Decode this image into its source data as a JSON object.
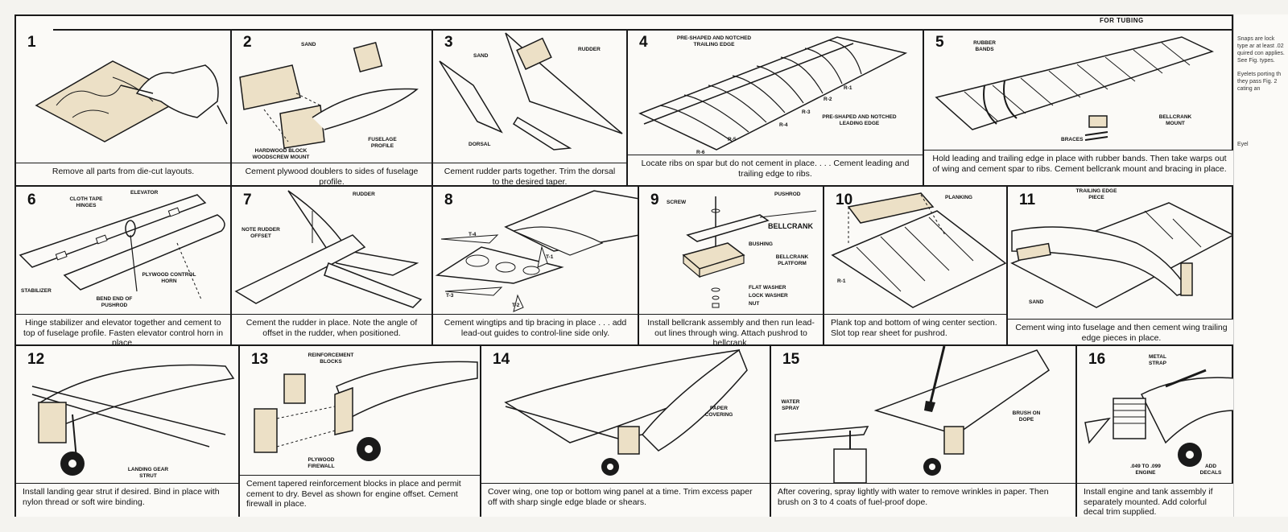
{
  "top_strip": {
    "left_note": "",
    "right_note": "FOR TUBING"
  },
  "panels": [
    {
      "num": "1",
      "caption": "Remove all parts from die-cut layouts.",
      "labels": []
    },
    {
      "num": "2",
      "caption": "Cement plywood doublers to sides of fuselage profile.",
      "labels": [
        "SAND",
        "HARDWOOD BLOCK WOODSCREW MOUNT",
        "FUSELAGE PROFILE"
      ]
    },
    {
      "num": "3",
      "caption": "Cement rudder parts together. Trim the dorsal to the desired taper.",
      "labels": [
        "SAND",
        "RUDDER",
        "DORSAL"
      ]
    },
    {
      "num": "4",
      "caption": "Locate ribs on spar but do not cement in place. . . . Cement leading and trailing edge to ribs.",
      "labels": [
        "PRE-SHAPED AND NOTCHED TRAILING EDGE",
        "R-1",
        "R-2",
        "R-3",
        "R-4",
        "R-5",
        "R-6",
        "PRE-SHAPED AND NOTCHED LEADING EDGE"
      ]
    },
    {
      "num": "5",
      "caption": "Hold leading and trailing edge in place with rubber bands. Then take warps out of wing and cement spar to ribs. Cement bellcrank mount and bracing in place.",
      "labels": [
        "RUBBER BANDS",
        "BELLCRANK MOUNT",
        "BRACES"
      ]
    },
    {
      "num": "6",
      "caption": "Hinge stabilizer and elevator together and cement to top of fuselage profile. Fasten elevator control horn in place.",
      "labels": [
        "CLOTH TAPE HINGES",
        "ELEVATOR",
        "STABILIZER",
        "PLYWOOD CONTROL HORN",
        "BEND END OF PUSHROD"
      ]
    },
    {
      "num": "7",
      "caption": "Cement the rudder in place. Note the angle of offset in the rudder, when positioned.",
      "labels": [
        "RUDDER",
        "NOTE RUDDER OFFSET"
      ]
    },
    {
      "num": "8",
      "caption": "Cement wingtips and tip bracing in place . . . add lead-out guides to control-line side only.",
      "labels": [
        "T-4",
        "T-1",
        "T-2",
        "T-3"
      ]
    },
    {
      "num": "9",
      "caption": "Install bellcrank assembly and then run lead-out lines through wing. Attach pushrod to bellcrank.",
      "labels": [
        "SCREW",
        "PUSHROD",
        "BELLCRANK",
        "BUSHING",
        "BELLCRANK PLATFORM",
        "FLAT WASHER",
        "LOCK WASHER",
        "NUT"
      ]
    },
    {
      "num": "10",
      "caption": "Plank top and bottom of wing center section. Slot top rear sheet for pushrod.",
      "labels": [
        "PLANKING",
        "R-1"
      ]
    },
    {
      "num": "11",
      "caption": "Cement wing into fuselage and then cement wing trailing edge pieces in place.",
      "labels": [
        "TRAILING EDGE PIECE",
        "SAND"
      ]
    },
    {
      "num": "12",
      "caption": "Install landing gear strut if desired. Bind in place with nylon thread or soft wire binding.",
      "labels": [
        "LANDING GEAR STRUT"
      ]
    },
    {
      "num": "13",
      "caption": "Cement tapered reinforcement blocks in place and permit cement to dry. Bevel as shown for engine offset. Cement firewall in place.",
      "labels": [
        "REINFORCEMENT BLOCKS",
        "PLYWOOD FIREWALL"
      ]
    },
    {
      "num": "14",
      "caption": "Cover wing, one top or bottom wing panel at a time. Trim excess paper off with sharp single edge blade or shears.",
      "labels": [
        "PAPER COVERING"
      ]
    },
    {
      "num": "15",
      "caption": "After covering, spray lightly with water to remove wrinkles in paper. Then brush on 3 to 4 coats of fuel-proof dope.",
      "labels": [
        "WATER SPRAY",
        "BRUSH ON DOPE"
      ]
    },
    {
      "num": "16",
      "caption": "Install engine and tank assembly if separately mounted. Add colorful decal trim supplied.",
      "labels": [
        "METAL STRAP",
        ".049 TO .099 ENGINE",
        "ADD DECALS"
      ]
    }
  ],
  "side_notes": [
    "Snaps are lock type ar at least .02 quired con applies. See Fig. types.",
    "Eyelets porting th they pass Fig. 2 cating an",
    "Eyel"
  ],
  "colors": {
    "ink": "#1a1a1a",
    "paper": "#fbfaf7",
    "wood": "#e8dcc4"
  }
}
